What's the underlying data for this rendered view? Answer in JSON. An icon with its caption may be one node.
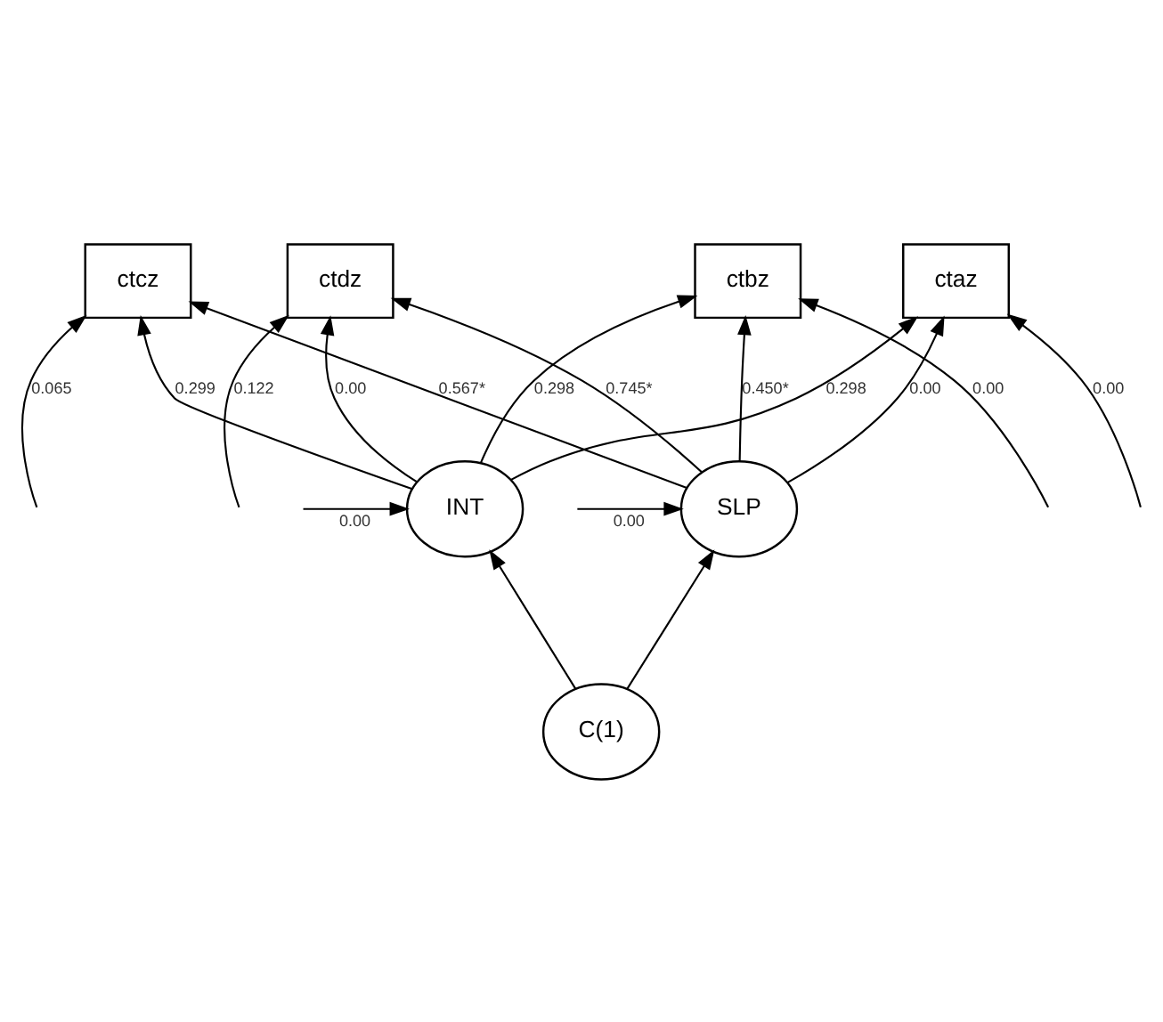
{
  "diagram": {
    "nodes": [
      {
        "text": [
          "ctaz"
        ]
      },
      {
        "text": [
          "ctbz"
        ]
      },
      {
        "text": [
          "ctcz"
        ]
      },
      {
        "text": [
          "ctdz"
        ]
      },
      {
        "text": [
          "INT"
        ]
      },
      {
        "text": [
          "SLP"
        ]
      },
      {
        "text": [
          "C(1)"
        ]
      }
    ],
    "edges": [
      {
        "from": null,
        "to": 0,
        "arrow": "to",
        "label": "0.00"
      },
      {
        "from": null,
        "to": 1,
        "arrow": "to",
        "label": "0.00"
      },
      {
        "from": null,
        "to": 2,
        "arrow": "to",
        "label": "0.065"
      },
      {
        "from": null,
        "to": 3,
        "arrow": "to",
        "label": "0.122"
      },
      {
        "from": 4,
        "to": 0,
        "arrow": "to",
        "label": "0.298"
      },
      {
        "from": 4,
        "to": 1,
        "arrow": "to",
        "label": "0.298"
      },
      {
        "from": 4,
        "to": 2,
        "arrow": "to",
        "label": "0.299"
      },
      {
        "from": 4,
        "to": 3,
        "arrow": "to",
        "label": "0.00"
      },
      {
        "from": 5,
        "to": 0,
        "arrow": "to",
        "label": "0.00"
      },
      {
        "from": 5,
        "to": 1,
        "arrow": "to",
        "label": "0.450*"
      },
      {
        "from": 5,
        "to": 2,
        "arrow": "to",
        "label": "0.567*"
      },
      {
        "from": 5,
        "to": 3,
        "arrow": "to",
        "label": "0.745*"
      },
      {
        "from": null,
        "to": 4,
        "arrow": "to",
        "label": "0.00"
      },
      {
        "from": null,
        "to": 5,
        "arrow": "to",
        "label": "0.00"
      },
      {
        "from": 6,
        "to": 4,
        "arrow": "to"
      },
      {
        "from": 6,
        "to": 5,
        "arrow": "to"
      }
    ]
  }
}
